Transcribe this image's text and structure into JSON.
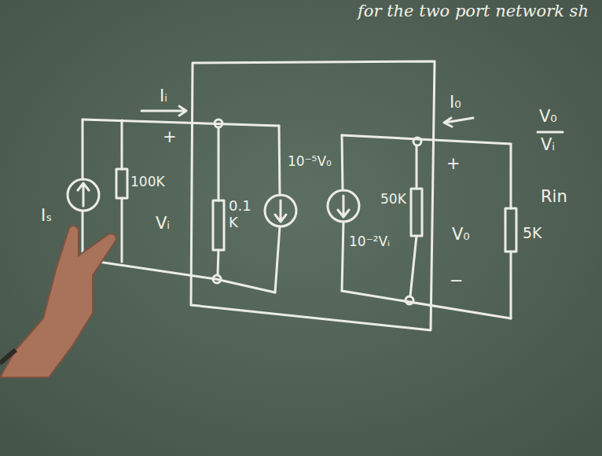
{
  "diagram": {
    "title": "for the two port network sh",
    "labels": [
      "Iᵢ",
      "I₀",
      "+",
      "Vᵢ",
      "100K",
      "0.1 K",
      "10⁻⁵V₀",
      "50K",
      "10⁻²Vᵢ",
      "+",
      "V₀",
      "−",
      "5K",
      "Iₛ",
      "V₀",
      "Vᵢ",
      "Rin"
    ]
  }
}
